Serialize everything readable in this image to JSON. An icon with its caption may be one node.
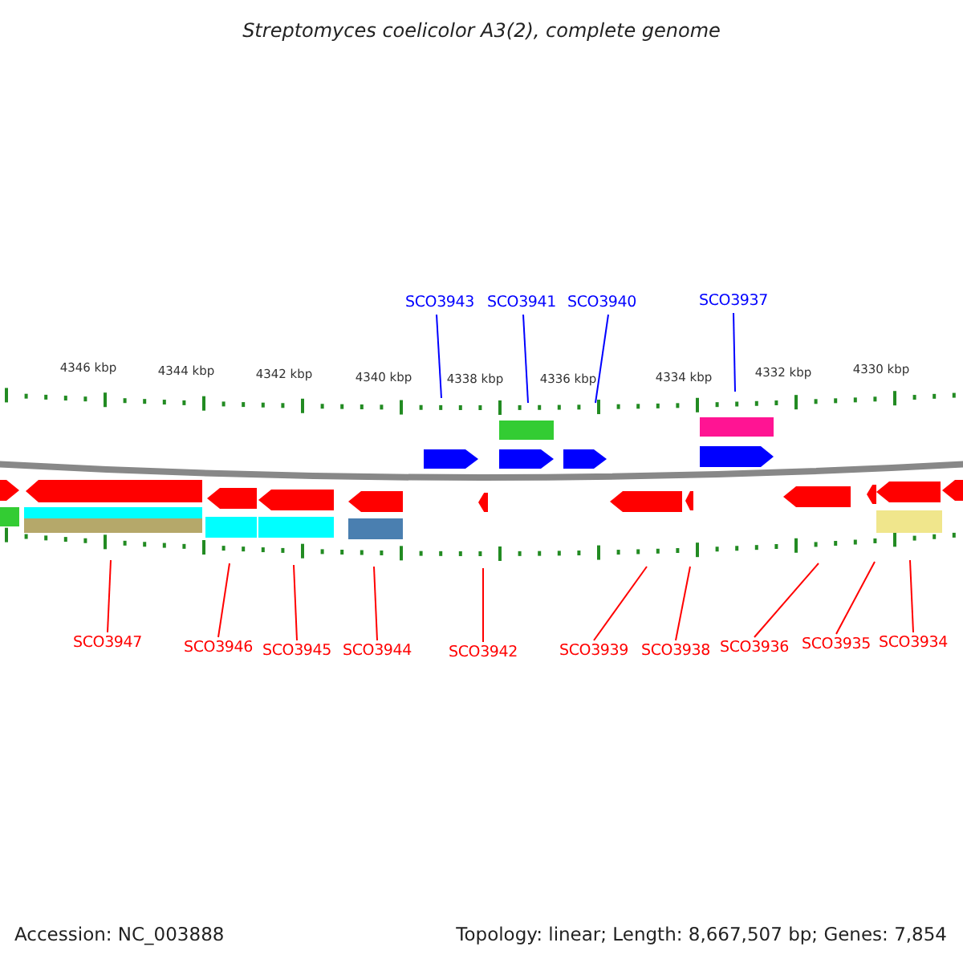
{
  "diagram": {
    "title": "Streptomyces coelicolor A3(2), complete genome",
    "nodes": [
      {
        "text": [
          "SCO3943"
        ]
      },
      {
        "text": [
          "SCO3941"
        ]
      },
      {
        "text": [
          "SCO3940"
        ]
      },
      {
        "text": [
          "SCO3937"
        ]
      },
      {
        "text": [
          "SCO3947"
        ]
      },
      {
        "text": [
          "SCO3946"
        ]
      },
      {
        "text": [
          "SCO3945"
        ]
      },
      {
        "text": [
          "SCO3944"
        ]
      },
      {
        "text": [
          "SCO3942"
        ]
      },
      {
        "text": [
          "SCO3939"
        ]
      },
      {
        "text": [
          "SCO3938"
        ]
      },
      {
        "text": [
          "SCO3936"
        ]
      },
      {
        "text": [
          "SCO3935"
        ]
      },
      {
        "text": [
          "SCO3934"
        ]
      }
    ],
    "edges": [
      {
        "from": 0,
        "to": null,
        "arrow": "none",
        "color": "#0000ff"
      },
      {
        "from": 1,
        "to": null,
        "arrow": "none",
        "color": "#0000ff"
      },
      {
        "from": 2,
        "to": null,
        "arrow": "none",
        "color": "#0000ff"
      },
      {
        "from": 3,
        "to": null,
        "arrow": "none",
        "color": "#0000ff"
      },
      {
        "from": 4,
        "to": null,
        "arrow": "none"
      },
      {
        "from": 5,
        "to": null,
        "arrow": "none"
      },
      {
        "from": 6,
        "to": null,
        "arrow": "none"
      },
      {
        "from": 7,
        "to": null,
        "arrow": "none"
      },
      {
        "from": 8,
        "to": null,
        "arrow": "none"
      },
      {
        "from": 9,
        "to": null,
        "arrow": "none"
      },
      {
        "from": 10,
        "to": null,
        "arrow": "none"
      },
      {
        "from": 11,
        "to": null,
        "arrow": "none"
      },
      {
        "from": 12,
        "to": null,
        "arrow": "none"
      },
      {
        "from": 13,
        "to": null,
        "arrow": "none"
      }
    ],
    "labels": [
      "4346 kbp",
      "4344 kbp",
      "4342 kbp",
      "4340 kbp",
      "4338 kbp",
      "4336 kbp",
      "4334 kbp",
      "4332 kbp",
      "4330 kbp",
      "Accession: NC_003888",
      "Topology: linear; Length: 8,667,507 bp; Genes: 7,854"
    ]
  }
}
